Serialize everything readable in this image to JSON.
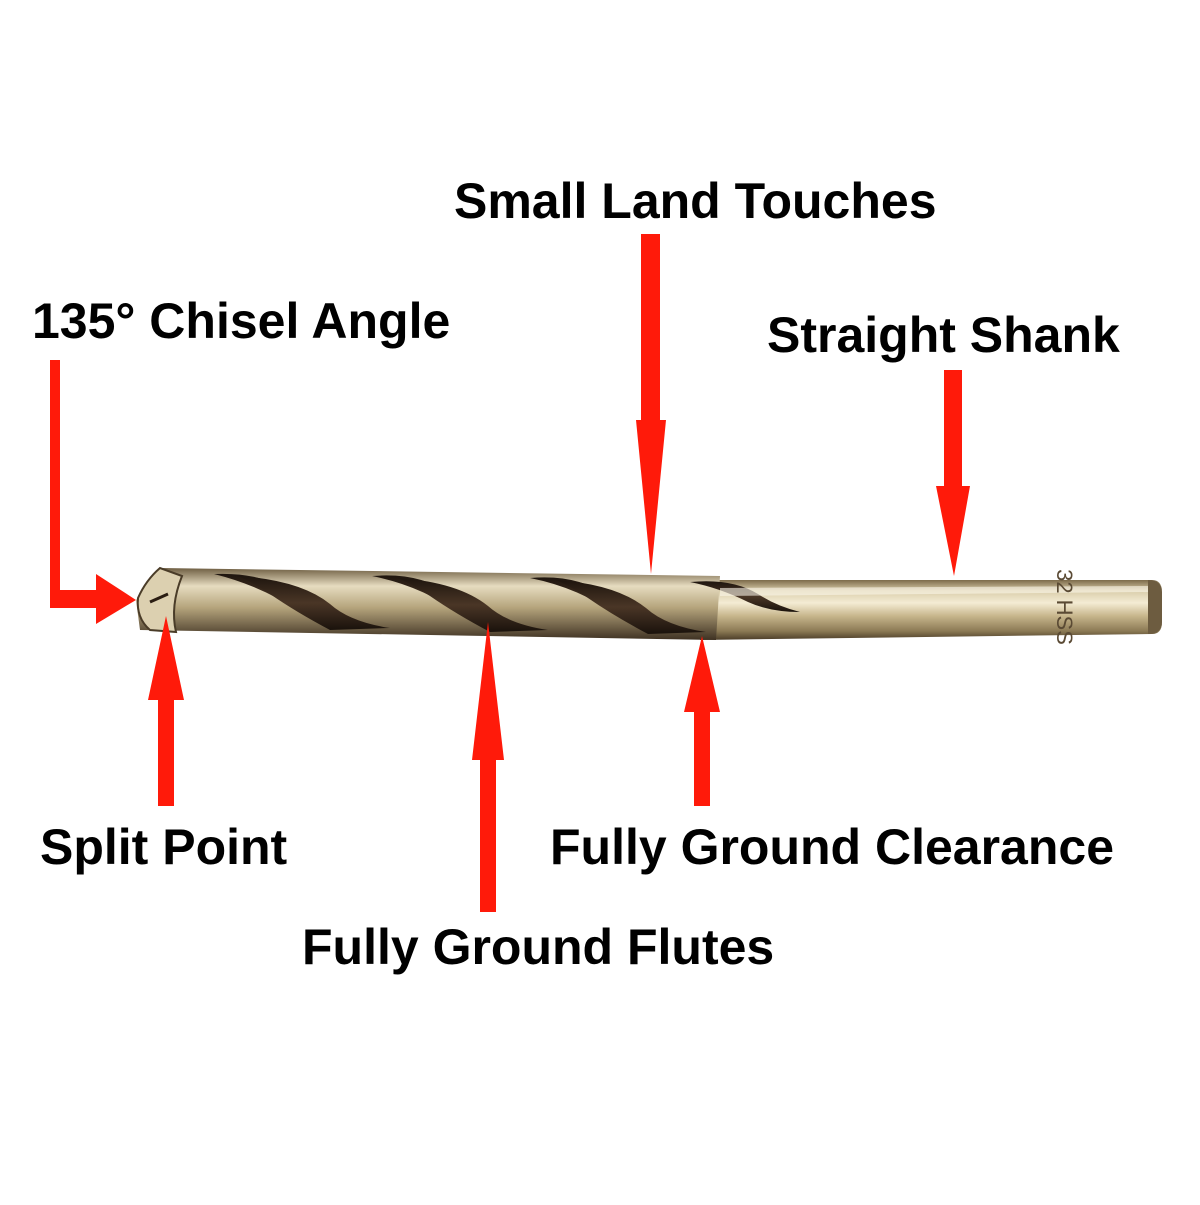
{
  "labels": {
    "small_land_touches": "Small Land Touches",
    "chisel_angle": "135° Chisel Angle",
    "straight_shank": "Straight Shank",
    "split_point": "Split Point",
    "fully_ground_clearance": "Fully Ground Clearance",
    "fully_ground_flutes": "Fully Ground Flutes"
  },
  "shank_marking": "32 HSS",
  "colors": {
    "arrow": "#ff1a0a",
    "text": "#000000",
    "background": "#ffffff",
    "drill_light": "#efe6c8",
    "drill_mid": "#b7a67a",
    "drill_dark": "#3a2a1c"
  }
}
